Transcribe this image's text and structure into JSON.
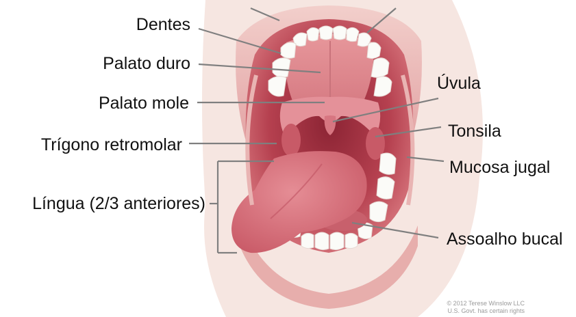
{
  "labels": {
    "dentes": "Dentes",
    "palato_duro": "Palato duro",
    "palato_mole": "Palato mole",
    "trigono_retromolar": "Trígono retromolar",
    "lingua": "Língua (2/3 anteriores)",
    "uvula": "Úvula",
    "tonsila": "Tonsila",
    "mucosa_jugal": "Mucosa jugal",
    "assoalho_bucal": "Assoalho bucal"
  },
  "credit": {
    "line1": "© 2012 Terese Winslow LLC",
    "line2": "U.S. Govt. has certain rights"
  },
  "colors": {
    "skin": "#f6e6e1",
    "lip": "#e8aeac",
    "mouth_dark": "#b5404f",
    "palate": "#e1888e",
    "tongue": "#d96f7a",
    "teeth": "#fbfbf8",
    "leader_line": "#7f7f7f"
  }
}
